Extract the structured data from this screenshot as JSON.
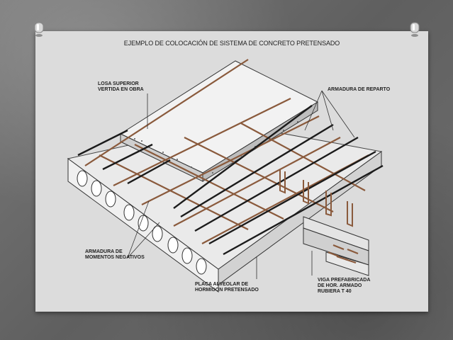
{
  "title": "EJEMPLO DE COLOCACIÓN DE SISTEMA DE CONCRETO PRETENSADO",
  "labels": {
    "losa": "LOSA SUPERIOR\nVERTIDA EN OBRA",
    "armadura_reparto": "ARMADURA DE REPARTO",
    "armadura_negativos": "ARMADURA DE\nMOMENTOS NEGATIVOS",
    "placa": "PLACA ALVEOLAR DE\nHORMIGON PRETENSADO",
    "viga": "VIGA PREFABRICADA\nDE HOR. ARMADO\nRUBIERA T 40"
  },
  "colors": {
    "board": "#dcdcdc",
    "concrete": "#eeeeee",
    "rebar_dark": "#1b1b1b",
    "rebar_brown": "#8a5a3c"
  }
}
